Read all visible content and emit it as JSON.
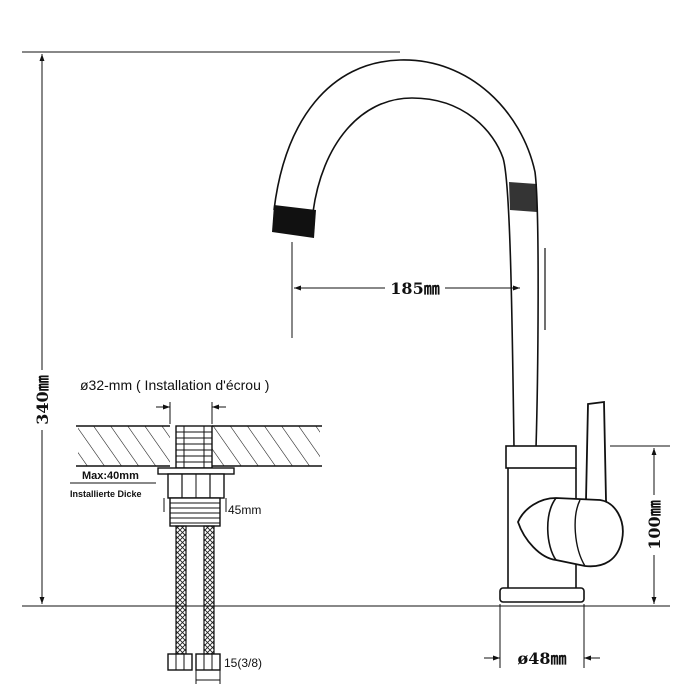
{
  "dimensions": {
    "total_height": "340㎜",
    "spout_reach": "185㎜",
    "body_height": "100㎜",
    "base_diameter": "ø48㎜"
  },
  "installation": {
    "hole_diameter": "ø32-mm ( Installation d'écrou )",
    "max_thickness": "Max:40mm",
    "thickness_note": "Installierte Dicke",
    "thread_depth": "45mm",
    "hose_connector": "15(3/8)"
  },
  "colors": {
    "line": "#111111",
    "background": "#ffffff"
  }
}
